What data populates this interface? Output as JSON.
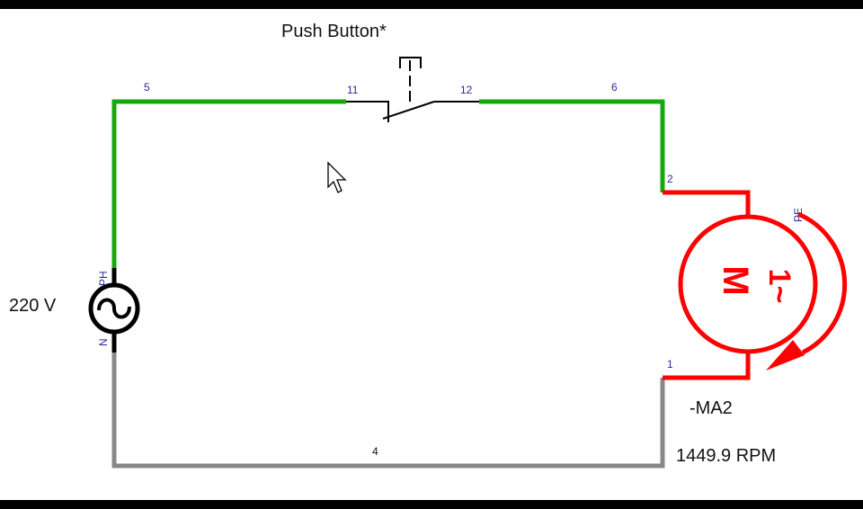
{
  "source": {
    "voltage_label": "220 V",
    "phase_terminal": "PH",
    "neutral_terminal": "N"
  },
  "switch": {
    "label": "Push Button*",
    "terminal_in": "11",
    "terminal_out": "12"
  },
  "motor": {
    "name": "-MA2",
    "symbol": "M",
    "phase_symbol": "1~",
    "pe_terminal": "PE",
    "terminal_top": "2",
    "terminal_bottom": "1",
    "speed": "1449.9 RPM"
  },
  "wires": {
    "w5": "5",
    "w6": "6",
    "w4": "4"
  },
  "colors": {
    "energized": "#17a80f",
    "motor": "#ff0000",
    "neutral": "#888888",
    "wire": "#000000",
    "node_label": "#2a2a9a"
  }
}
